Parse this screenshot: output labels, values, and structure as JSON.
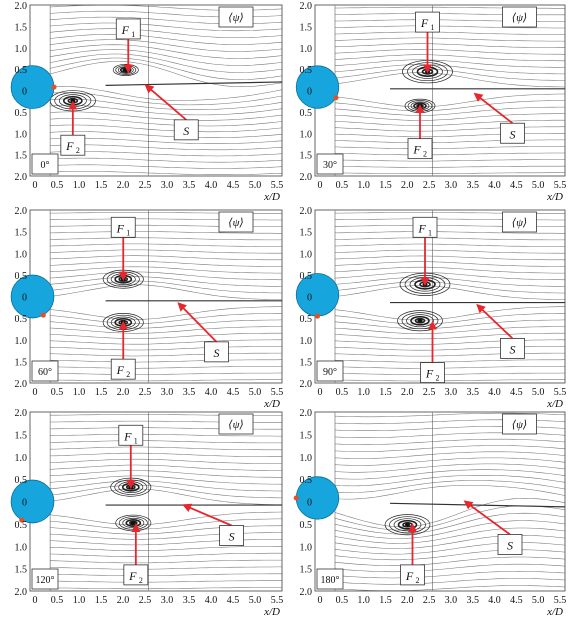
{
  "figure": {
    "xlabel": "x/D",
    "y_ticks": [
      "2.0",
      "1.5",
      "1.0",
      "0.5",
      "0",
      "0.5",
      "1.0",
      "1.5",
      "2.0"
    ],
    "x_ticks": [
      "0",
      "0.5",
      "1.0",
      "1.5",
      "2.0",
      "2.5",
      "3.0",
      "3.5",
      "4.0",
      "4.5",
      "5.0",
      "5.5"
    ],
    "field_label": "⟨ψ⟩",
    "label_F": "F",
    "label_S": "S",
    "sub_1": "1",
    "sub_2": "2",
    "colors": {
      "cylinder": "#16a5dc",
      "cylinder_stroke": "#0b6f9c",
      "marker": "#e0522a",
      "arrow": "#e8262e",
      "streamline": "#4a4a4a"
    }
  },
  "panels": [
    {
      "angle": "0°"
    },
    {
      "angle": "30°"
    },
    {
      "angle": "60°"
    },
    {
      "angle": "90°"
    },
    {
      "angle": "120°"
    },
    {
      "angle": "180°"
    }
  ]
}
